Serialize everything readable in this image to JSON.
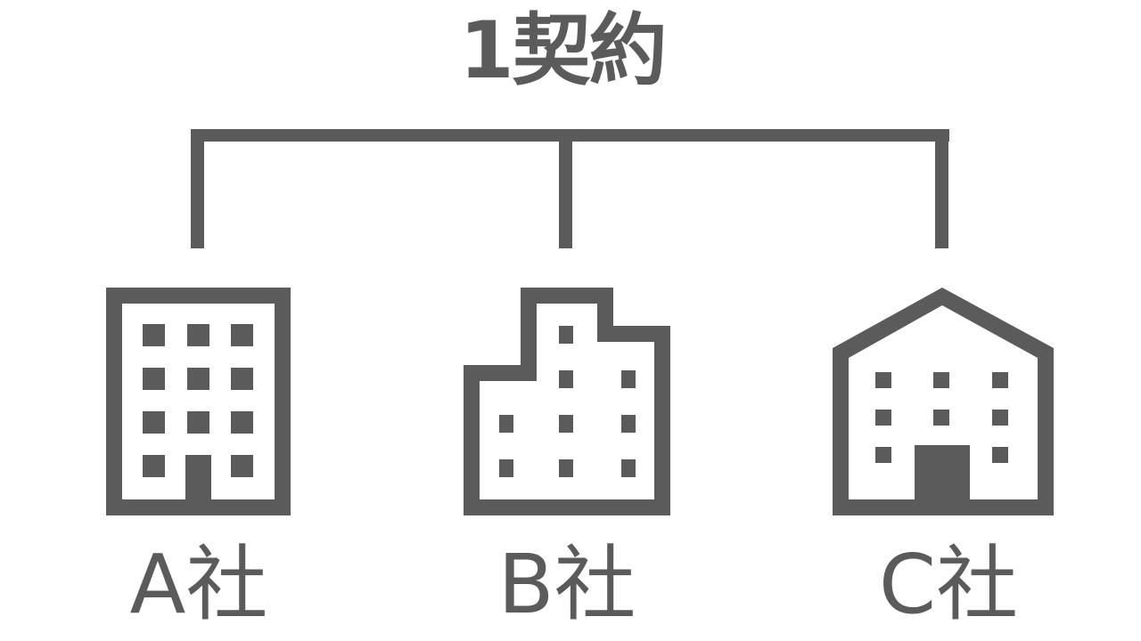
{
  "title": "1契約",
  "colors": {
    "ink": "#5b5b5b",
    "background": "#ffffff"
  },
  "companies": [
    {
      "label": "A社",
      "icon": "office-tower-icon"
    },
    {
      "label": "B社",
      "icon": "stepped-building-icon"
    },
    {
      "label": "C社",
      "icon": "gabled-house-building-icon"
    }
  ]
}
